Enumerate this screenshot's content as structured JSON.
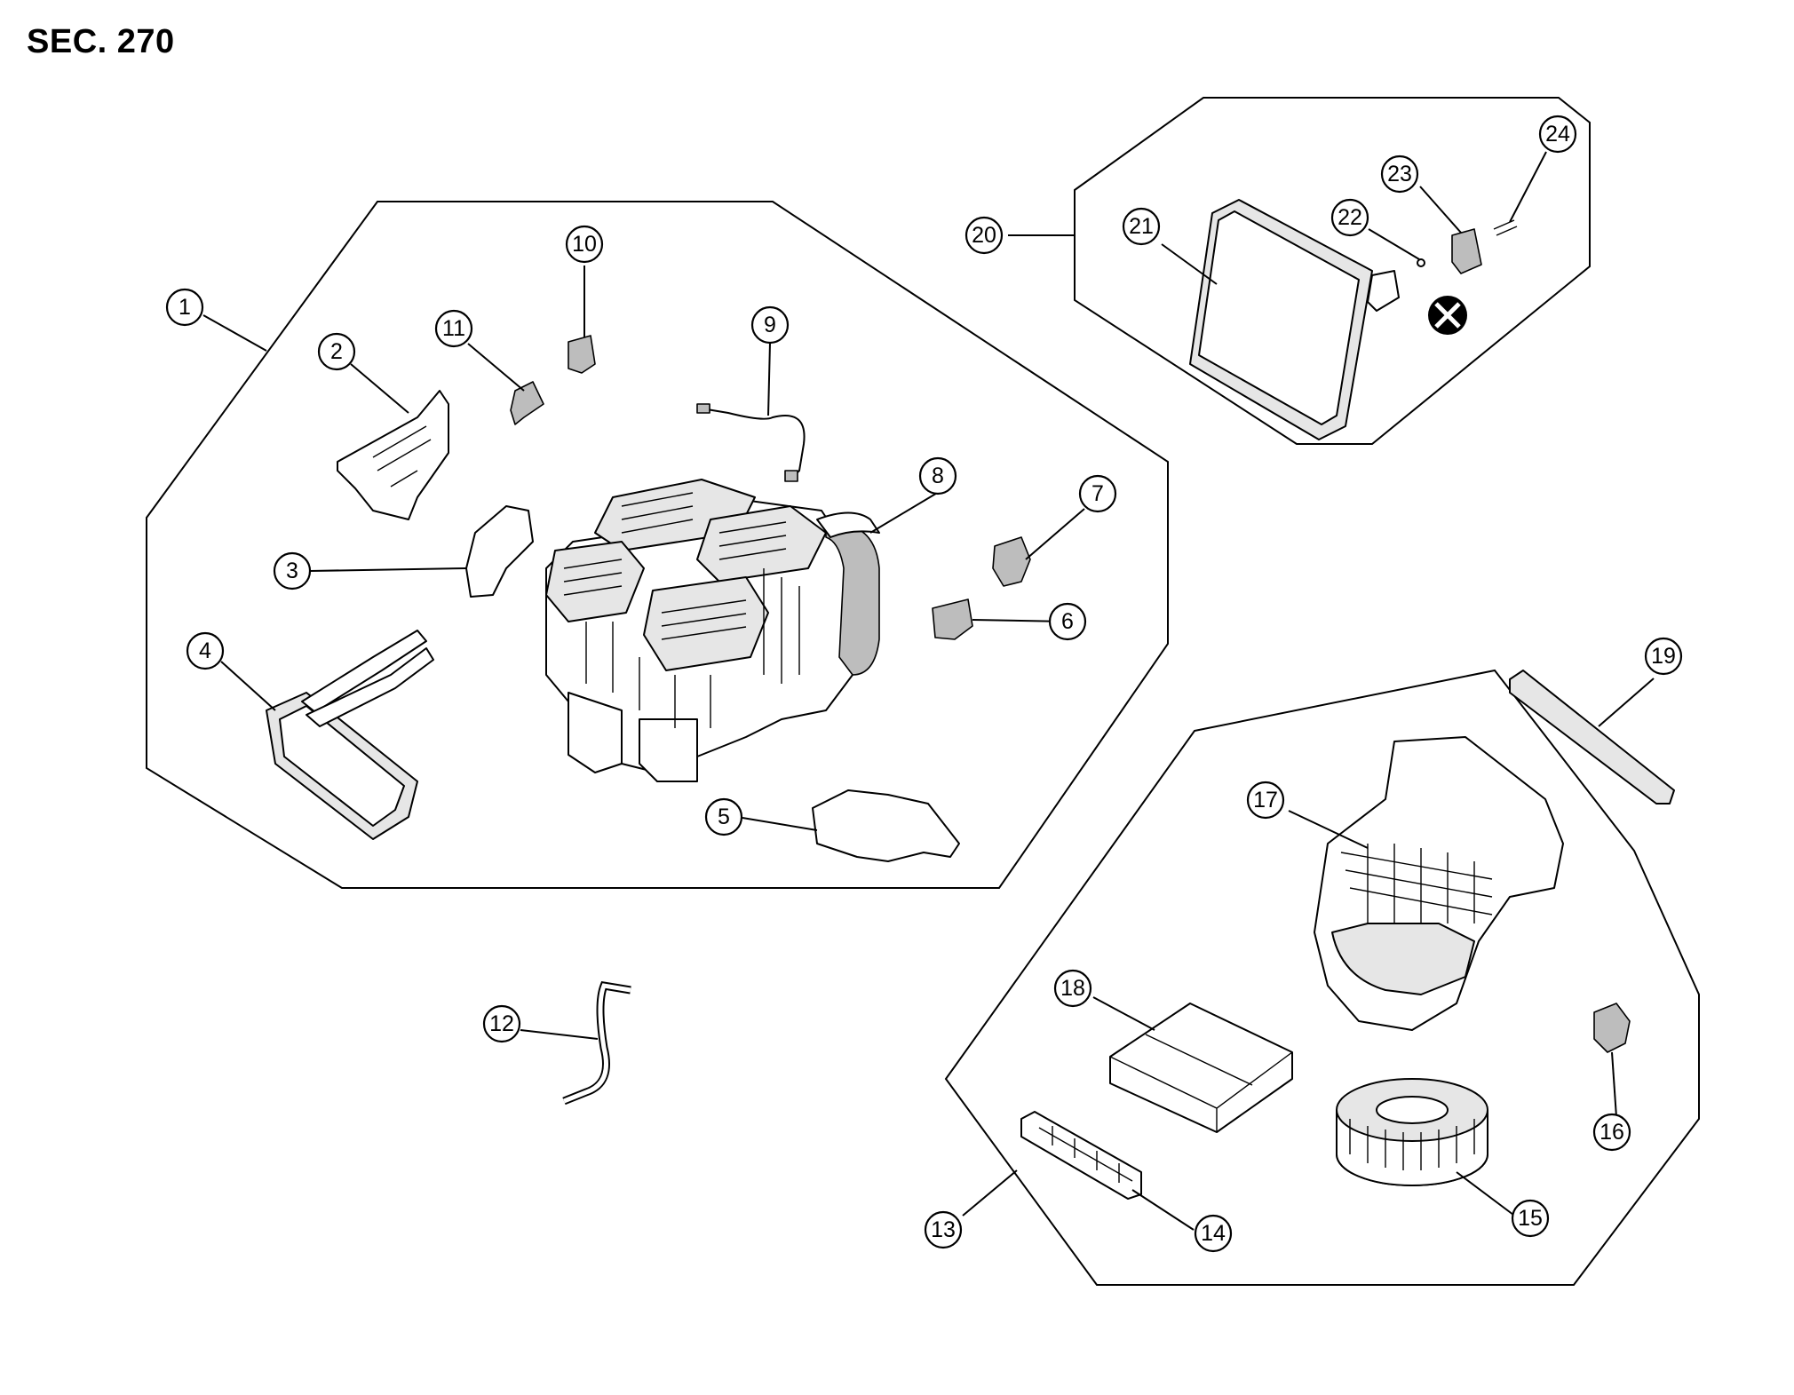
{
  "section_label": "SEC. 270",
  "callouts": [
    "1",
    "2",
    "3",
    "4",
    "5",
    "6",
    "7",
    "8",
    "9",
    "10",
    "11",
    "12",
    "13",
    "14",
    "15",
    "16",
    "17",
    "18",
    "19",
    "20",
    "21",
    "22",
    "23",
    "24"
  ],
  "symbols": {
    "do_not_reuse": "circled-x-icon"
  }
}
